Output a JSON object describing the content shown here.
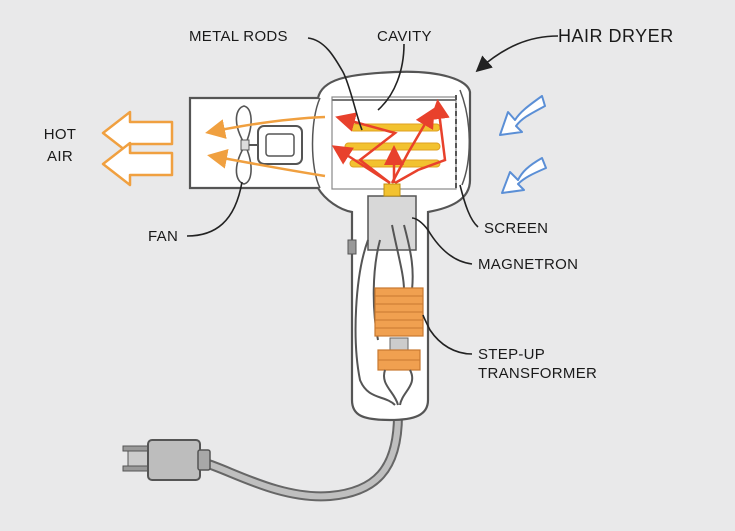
{
  "diagram": {
    "title": "HAIR DRYER",
    "labels": {
      "hot_air_line1": "HOT",
      "hot_air_line2": "AIR",
      "metal_rods": "METAL RODS",
      "cavity": "CAVITY",
      "fan": "FAN",
      "screen": "SCREEN",
      "magnetron": "MAGNETRON",
      "transformer_line1": "STEP-UP",
      "transformer_line2": "TRANSFORMER"
    },
    "icons": [
      "fan-icon",
      "plug-icon",
      "airflow-arrow-icon",
      "microwave-arrow-icon"
    ],
    "colors": {
      "background": "#e9e9ea",
      "outline": "#555555",
      "body_fill": "#ffffff",
      "hot_air": "#f0a040",
      "rods": "#f2c230",
      "microwave": "#e8412c",
      "intake_air": "#5b8fd6",
      "coil": "#f0a050"
    }
  }
}
